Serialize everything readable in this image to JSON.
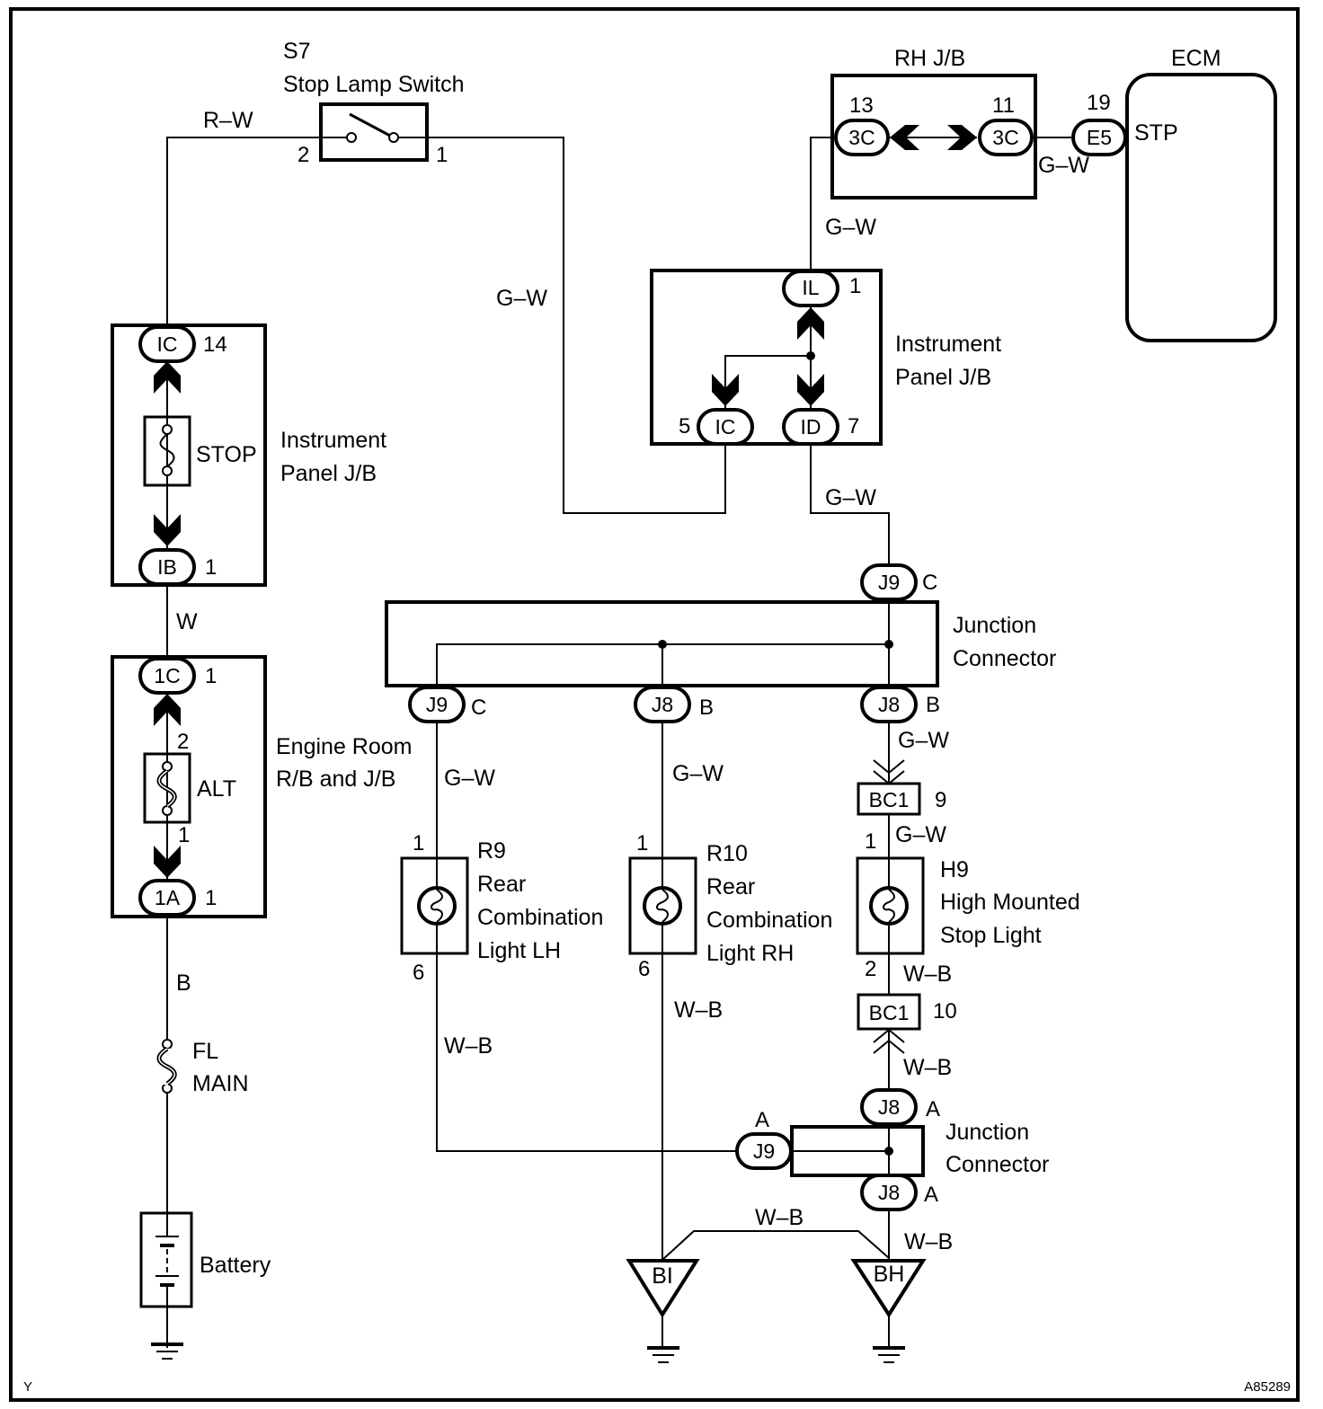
{
  "diagram": {
    "title": "Stop Light Circuit Wiring Diagram",
    "code_left": "Y",
    "code_right": "A85289",
    "components": {
      "stop_lamp_switch": {
        "id": "S7",
        "name": "Stop Lamp Switch",
        "pin_left": "2",
        "pin_right": "1"
      },
      "rh_jb": {
        "name": "RH J/B",
        "left_conn": "3C",
        "left_pin": "13",
        "right_conn": "3C",
        "right_pin": "11"
      },
      "ecm": {
        "name": "ECM",
        "conn": "E5",
        "pin": "19",
        "terminal": "STP"
      },
      "ip_jb_left": {
        "name_line1": "Instrument",
        "name_line2": "Panel J/B",
        "top_conn": "IC",
        "top_pin": "14",
        "fuse": "STOP",
        "bottom_conn": "IB",
        "bottom_pin": "1"
      },
      "ip_jb_right": {
        "name_line1": "Instrument",
        "name_line2": "Panel J/B",
        "top_conn": "IL",
        "top_pin": "1",
        "left_conn": "IC",
        "left_pin": "5",
        "right_conn": "ID",
        "right_pin": "7"
      },
      "engine_room": {
        "name_line1": "Engine Room",
        "name_line2": "R/B and J/B",
        "top_conn": "1C",
        "top_pin": "1",
        "fuse": "ALT",
        "fuse_pin_top": "2",
        "fuse_pin_bottom": "1",
        "bottom_conn": "1A",
        "bottom_pin": "1"
      },
      "fusible_link": {
        "line1": "FL",
        "line2": "MAIN"
      },
      "battery": {
        "name": "Battery"
      },
      "junction_upper": {
        "name_line1": "Junction",
        "name_line2": "Connector",
        "top_conn": "J9",
        "top_pin": "C",
        "bottom": [
          {
            "conn": "J9",
            "pin": "C"
          },
          {
            "conn": "J8",
            "pin": "B"
          },
          {
            "conn": "J8",
            "pin": "B"
          }
        ]
      },
      "bc1_top": {
        "conn": "BC1",
        "pin": "9"
      },
      "bc1_bottom": {
        "conn": "BC1",
        "pin": "10"
      },
      "r9": {
        "id": "R9",
        "line1": "Rear",
        "line2": "Combination",
        "line3": "Light LH",
        "pin_top": "1",
        "pin_bottom": "6"
      },
      "r10": {
        "id": "R10",
        "line1": "Rear",
        "line2": "Combination",
        "line3": "Light RH",
        "pin_top": "1",
        "pin_bottom": "6"
      },
      "h9": {
        "id": "H9",
        "line1": "High Mounted",
        "line2": "Stop Light",
        "pin_top": "1",
        "pin_bottom": "2"
      },
      "junction_lower": {
        "name_line1": "Junction",
        "name_line2": "Connector",
        "top_conn": "J8",
        "top_pin": "A",
        "left_conn": "J9",
        "left_pin": "A",
        "bottom_conn": "J8",
        "bottom_pin": "A"
      },
      "ground_bi": {
        "label": "BI"
      },
      "ground_bh": {
        "label": "BH"
      }
    },
    "wires": {
      "rw": "R–W",
      "gw_switch": "G–W",
      "gw_rhjb_ecm": "G–W",
      "gw_rhjb_ipjb": "G–W",
      "gw_id": "G–W",
      "w": "W",
      "b": "B",
      "gw_r9": "G–W",
      "gw_r10": "G–W",
      "gw_bc1_in": "G–W",
      "gw_bc1_out": "G–W",
      "wb_h9": "W–B",
      "wb_bc1": "W–B",
      "wb_r9": "W–B",
      "wb_r10": "W–B",
      "wb_bi_bh": "W–B",
      "wb_bh": "W–B"
    }
  }
}
